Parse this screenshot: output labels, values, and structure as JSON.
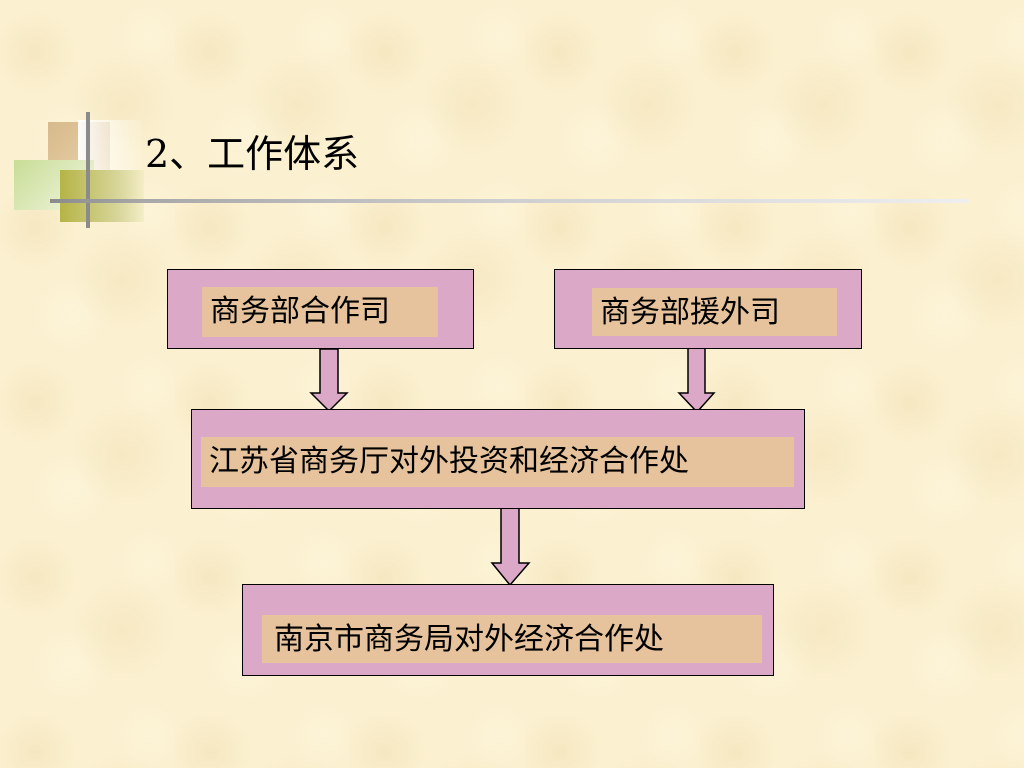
{
  "slide": {
    "title": "2、工作体系"
  },
  "diagram": {
    "nodes": {
      "commerce_ministry_cooperation": "商务部合作司",
      "commerce_ministry_aid": "商务部援外司",
      "jiangsu_department": "江苏省商务厅对外投资和经济合作处",
      "nanjing_bureau": "南京市商务局对外经济合作处"
    },
    "edges": [
      {
        "from": "commerce_ministry_cooperation",
        "to": "jiangsu_department"
      },
      {
        "from": "commerce_ministry_aid",
        "to": "jiangsu_department"
      },
      {
        "from": "jiangsu_department",
        "to": "nanjing_bureau"
      }
    ],
    "colors": {
      "box_fill": "#dba8c8",
      "label_fill": "#e6c39c",
      "background": "#fbf0cf"
    }
  }
}
